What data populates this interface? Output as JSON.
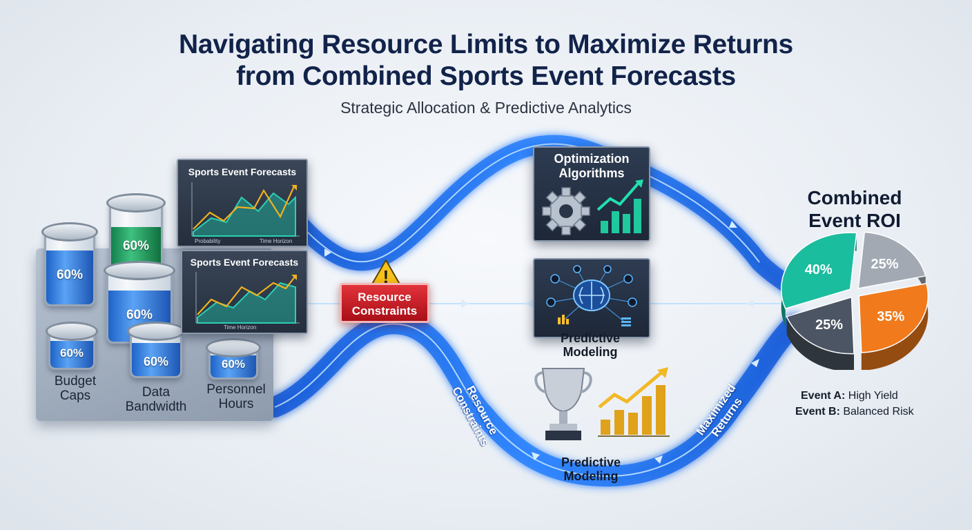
{
  "header": {
    "title_line1": "Navigating Resource Limits to Maximize Returns",
    "title_line2": "from Combined Sports Event Forecasts",
    "subtitle": "Strategic Allocation & Predictive Analytics"
  },
  "resources": {
    "tanks": [
      {
        "label": "60%",
        "color": "blue"
      },
      {
        "label": "60%",
        "color": "green"
      },
      {
        "label": "60%",
        "color": "blue"
      },
      {
        "label": "60%",
        "color": "blue"
      },
      {
        "label": "60%",
        "color": "blue"
      },
      {
        "label": "60%",
        "color": "blue"
      }
    ],
    "labels": {
      "budget": "Budget\nCaps",
      "bandwidth": "Data\nBandwidth",
      "personnel": "Personnel\nHours"
    }
  },
  "forecasts": {
    "panel_top": {
      "title": "Sports Event Forecasts",
      "axis_labels": [
        "Probability",
        "Time Horizon"
      ]
    },
    "panel_bottom": {
      "title": "Sports Event Forecasts",
      "axis_labels": [
        "Time Horizon"
      ]
    }
  },
  "constraints": {
    "badge": "Resource\nConstraints",
    "warning_glyph": "!",
    "lower_path_label": "Resource\nConstraints"
  },
  "optimization": {
    "title": "Optimization\nAlgorithms",
    "icons": [
      "gear-icon",
      "rising-bar-chart-icon"
    ]
  },
  "predictive": {
    "label": "Predictive\nModeling",
    "icon": "brain-network-icon"
  },
  "bottom": {
    "label": "Predictive\nModeling",
    "icons": [
      "trophy-icon",
      "gold-bar-chart-icon"
    ]
  },
  "returns": {
    "path_label": "Maximized\nReturns"
  },
  "roi": {
    "title": "Combined\nEvent ROI",
    "slices": [
      {
        "label": "40%",
        "value": 40,
        "color": "#1bbd9f"
      },
      {
        "label": "25%",
        "value": 25,
        "color": "#a2a9b3"
      },
      {
        "label": "35%",
        "value": 35,
        "color": "#f07a1c"
      },
      {
        "label": "25%",
        "value": 25,
        "color": "#4c5563"
      }
    ],
    "legend": [
      {
        "key": "Event A:",
        "text": "High Yield"
      },
      {
        "key": "Event B:",
        "text": "Balanced Risk"
      }
    ]
  },
  "colors": {
    "title": "#12234a",
    "flow_blue": "#1f6fe0",
    "flow_glow": "#6fb1ff",
    "alert_red": "#d3212b",
    "gold": "#e0a21a"
  }
}
